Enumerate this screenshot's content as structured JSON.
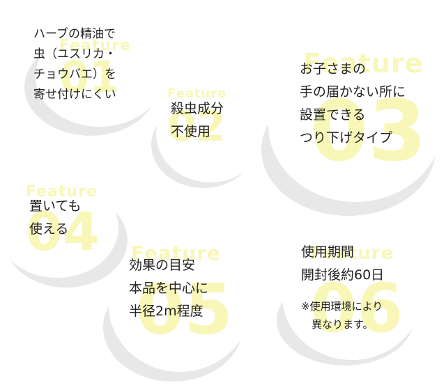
{
  "colors": {
    "badge_text": "#f8f7b8",
    "circle_fill": "#ffffff",
    "shadow": "#e7e7e7",
    "body_text": "#222222"
  },
  "features": [
    {
      "word": "Feature",
      "number": "01",
      "lines": [
        "ハーブの精油で",
        "虫（ユスリカ・",
        "チョウバエ）を",
        "寄せ付けにくい"
      ]
    },
    {
      "word": "Feature",
      "number": "02",
      "lines": [
        "殺虫成分",
        "不使用"
      ]
    },
    {
      "word": "Feature",
      "number": "03",
      "lines": [
        "お子さまの",
        "手の届かない所に",
        "設置できる",
        "つり下げタイプ"
      ]
    },
    {
      "word": "Feature",
      "number": "04",
      "lines": [
        "置いても",
        "使える"
      ]
    },
    {
      "word": "Feature",
      "number": "05",
      "lines": [
        "効果の目安",
        "本品を中心に",
        "半径2m程度"
      ]
    },
    {
      "word": "Feature",
      "number": "06",
      "lines": [
        "使用期間",
        "開封後約60日"
      ],
      "note": [
        "※使用環境により",
        "　異なります。"
      ]
    }
  ]
}
